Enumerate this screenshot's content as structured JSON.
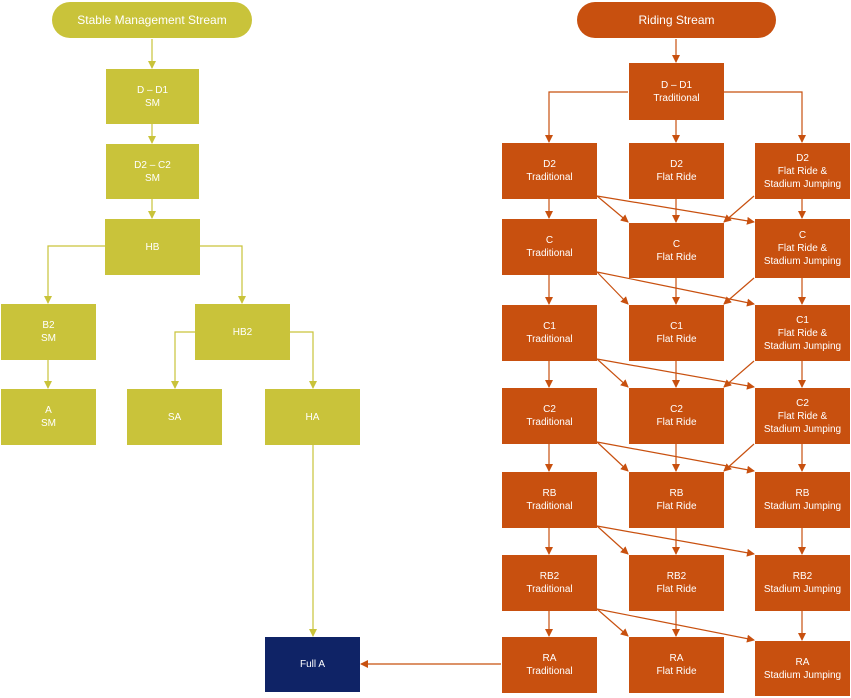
{
  "colors": {
    "stable": "#c9c33a",
    "riding": "#c8500f",
    "final": "#0f2366"
  },
  "stable": {
    "title": "Stable Management Stream",
    "d_d1": [
      "D – D1",
      "SM"
    ],
    "d2_c2": [
      "D2 – C2",
      "SM"
    ],
    "hb": [
      "HB"
    ],
    "b2": [
      "B2",
      "SM"
    ],
    "hb2": [
      "HB2"
    ],
    "a": [
      "A",
      "SM"
    ],
    "sa": [
      "SA"
    ],
    "ha": [
      "HA"
    ]
  },
  "final": [
    "Full A"
  ],
  "riding": {
    "title": "Riding Stream",
    "d_d1": [
      "D – D1",
      "Traditional"
    ],
    "col1": [
      [
        "D2",
        "Traditional"
      ],
      [
        "C",
        "Traditional"
      ],
      [
        "C1",
        "Traditional"
      ],
      [
        "C2",
        "Traditional"
      ],
      [
        "RB",
        "Traditional"
      ],
      [
        "RB2",
        "Traditional"
      ],
      [
        "RA",
        "Traditional"
      ]
    ],
    "col2": [
      [
        "D2",
        "Flat Ride"
      ],
      [
        "C",
        "Flat Ride"
      ],
      [
        "C1",
        "Flat Ride"
      ],
      [
        "C2",
        "Flat Ride"
      ],
      [
        "RB",
        "Flat Ride"
      ],
      [
        "RB2",
        "Flat Ride"
      ],
      [
        "RA",
        "Flat Ride"
      ]
    ],
    "col3": [
      [
        "D2",
        "Flat Ride &",
        "Stadium Jumping"
      ],
      [
        "C",
        "Flat Ride &",
        "Stadium Jumping"
      ],
      [
        "C1",
        "Flat Ride &",
        "Stadium Jumping"
      ],
      [
        "C2",
        "Flat Ride &",
        "Stadium Jumping"
      ],
      [
        "RB",
        "Stadium Jumping"
      ],
      [
        "RB2",
        "Stadium Jumping"
      ],
      [
        "RA",
        "Stadium Jumping"
      ]
    ]
  }
}
